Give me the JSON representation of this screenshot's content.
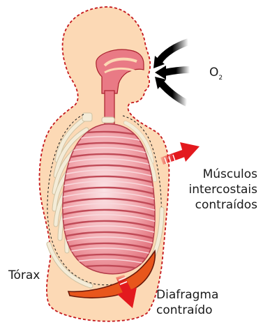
{
  "labels": {
    "oxygen": "O",
    "oxygen_subscript": "2",
    "muscles_line1": "Músculos",
    "muscles_line2": "intercostais",
    "muscles_line3": "contraídos",
    "thorax": "Tórax",
    "diaphragm_line1": "Diafragma",
    "diaphragm_line2": "contraído"
  },
  "colors": {
    "body_fill": "#fcd9b5",
    "body_outline": "#c4161c",
    "lung": "#ee9aa0",
    "airway": "#e97a85",
    "rib": "#f4ecd8",
    "diaphragm": "#e8561b",
    "arrow_red": "#e3191e",
    "air_black": "#000000"
  }
}
